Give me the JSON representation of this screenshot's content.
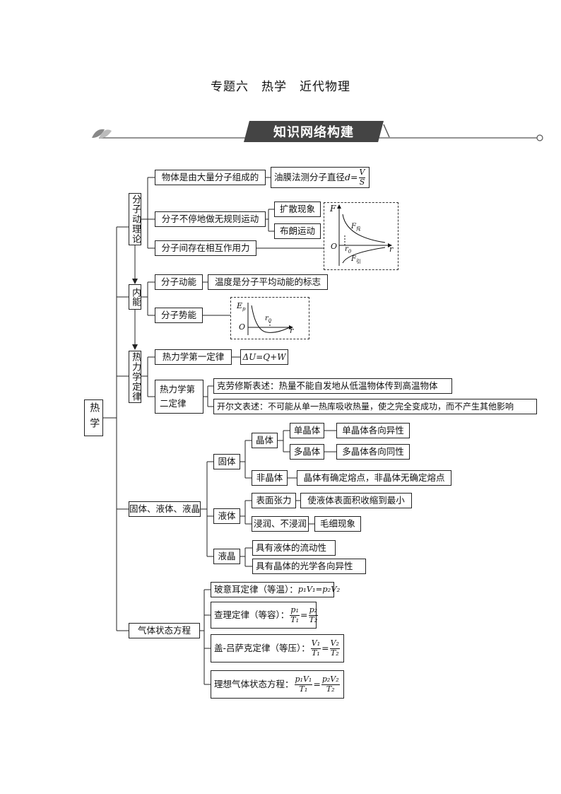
{
  "page_title": "专题六　热学　近代物理",
  "banner": "知识网络构建",
  "root": "热学",
  "molecular": {
    "label": "分子动理论",
    "composition": "物体是由大量分子组成的",
    "oil_film": "油膜法测分子直径",
    "oil_var": "d",
    "oil_num": "V",
    "oil_den": "S",
    "motion": "分子不停地做无规则运动",
    "diffusion": "扩散现象",
    "brownian": "布朗运动",
    "force": "分子间存在相互作用力",
    "graph_F": "F",
    "graph_O": "O",
    "graph_r": "r",
    "graph_r0": "r",
    "graph_r0_sub": "0",
    "graph_rep": "F",
    "graph_rep_sub": "斥",
    "graph_att": "F",
    "graph_att_sub": "引"
  },
  "internal_energy": {
    "label": "内能",
    "kinetic": "分子动能",
    "kinetic_desc": "温度是分子平均动能的标志",
    "potential": "分子势能",
    "graph_E": "E",
    "graph_E_sub": "p",
    "graph_O": "O",
    "graph_r": "r",
    "graph_r0": "r",
    "graph_r0_sub": "0"
  },
  "thermo": {
    "label": "热力学定律",
    "first": "热力学第一定律",
    "first_formula": "ΔU=Q+W",
    "second_a": "热力学第",
    "second_b": "二定律",
    "clausius": "克劳修斯表述：热量不能自发地从低温物体传到高温物体",
    "kelvin": "开尔文表述：不可能从单一热库吸收热量，使之完全变成功，而不产生其他影响"
  },
  "states": {
    "label": "固体、液体、液晶",
    "solid": "固体",
    "crystal": "晶体",
    "single_crystal": "单晶体",
    "single_desc": "单晶体各向异性",
    "poly_crystal": "多晶体",
    "poly_desc": "多晶体各向同性",
    "amorphous": "非晶体",
    "amorphous_desc": "晶体有确定熔点，非晶体无确定熔点",
    "liquid": "液体",
    "surface_tension": "表面张力",
    "surface_desc": "使液体表面积收缩到最小",
    "wetting": "浸润、不浸润",
    "capillary": "毛细现象",
    "liquid_crystal": "液晶",
    "lc_flow": "具有液体的流动性",
    "lc_optic": "具有晶体的光学各向异性"
  },
  "gas": {
    "label": "气体状态方程",
    "boyle": "玻意耳定律（等温）：",
    "boyle_formula": "p₁V₁=p₂V₂",
    "charles": "查理定律（等容）：",
    "charles_l_num": "p₁",
    "charles_l_den": "T₁",
    "charles_r_num": "p₂",
    "charles_r_den": "T₂",
    "gaylussac": "盖-吕萨克定律（等压）：",
    "gl_l_num": "V₁",
    "gl_l_den": "T₁",
    "gl_r_num": "V₂",
    "gl_r_den": "T₂",
    "ideal": "理想气体状态方程：",
    "id_l_num": "p₁V₁",
    "id_l_den": "T₁",
    "id_r_num": "p₂V₂",
    "id_r_den": "T₂",
    "equals": "="
  }
}
